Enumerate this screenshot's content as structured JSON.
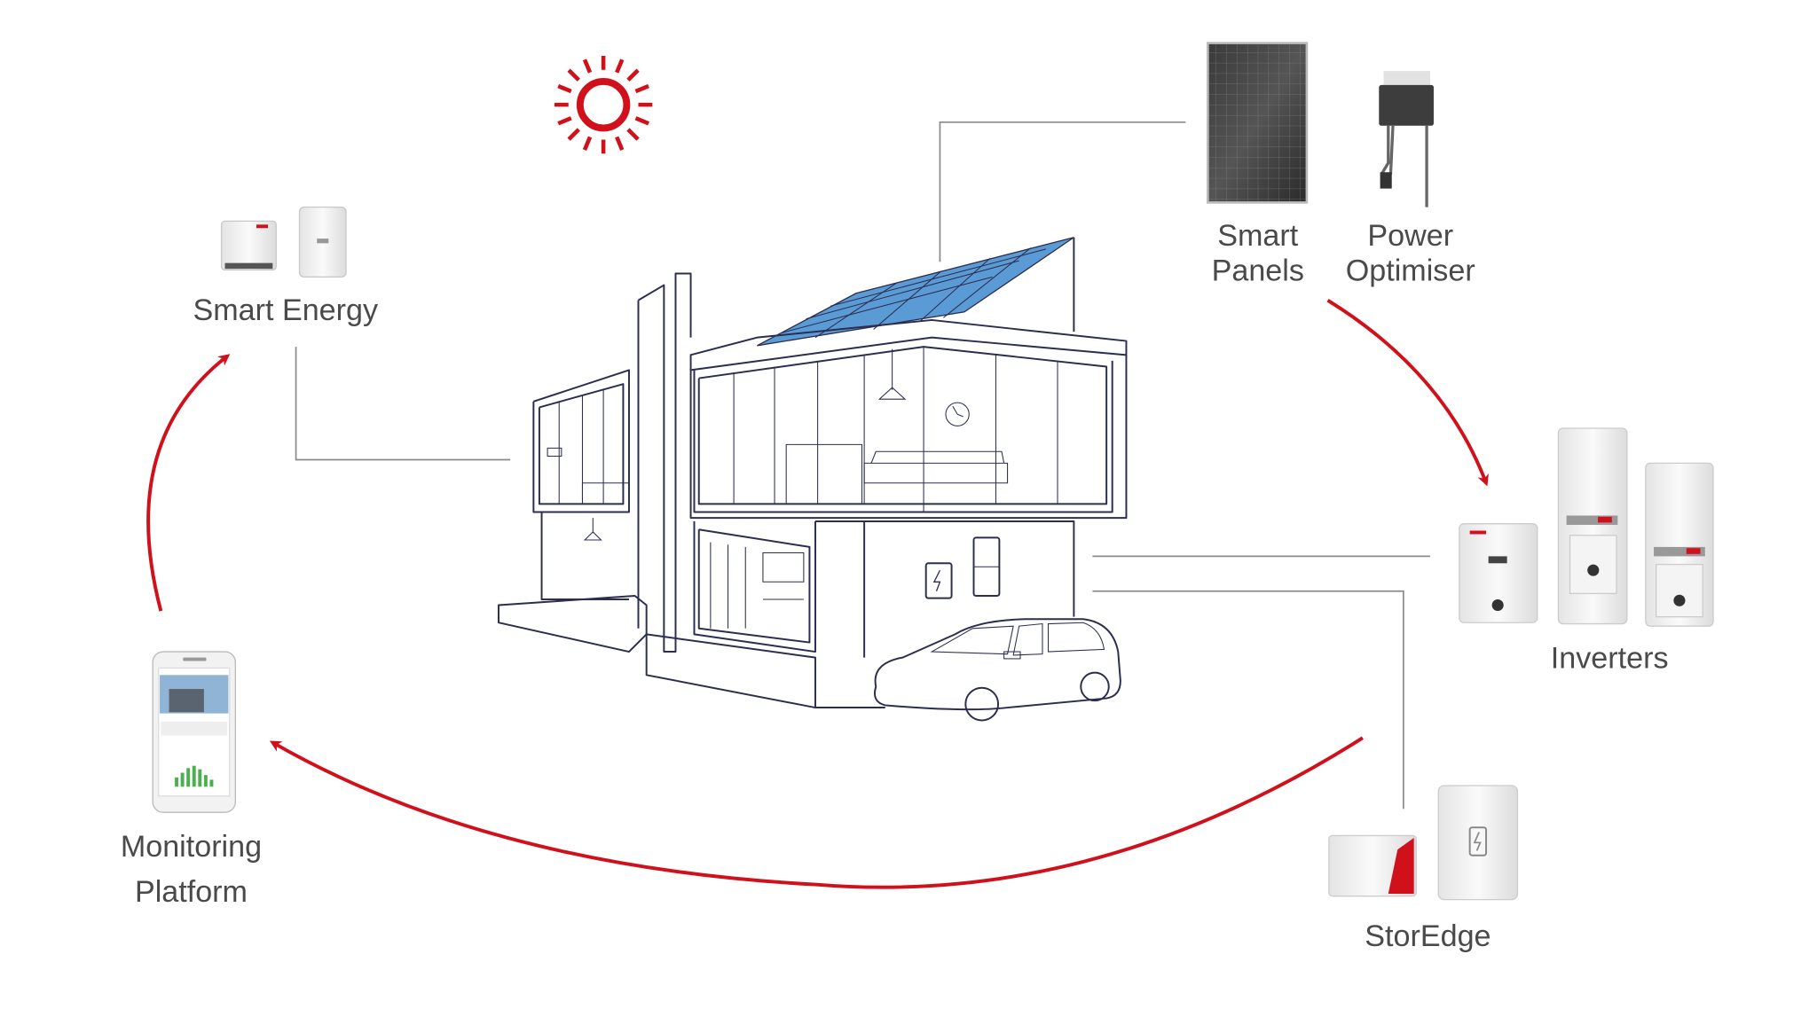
{
  "diagram": {
    "colors": {
      "accent": "#d0111b",
      "panel_blue": "#5b9bd5",
      "line": "#2b2e4f",
      "label": "#4a4a4a"
    },
    "labels": {
      "smart_energy": "Smart Energy",
      "smart_panels": [
        "Smart",
        "Panels"
      ],
      "power_optimiser": [
        "Power",
        "Optimiser"
      ],
      "inverters": "Inverters",
      "storedge": "StorEdge",
      "monitoring_platform": [
        "Monitoring",
        "Platform"
      ]
    },
    "icons": [
      "sun-icon",
      "solar-panel-image",
      "power-optimiser-image",
      "smart-energy-devices-image",
      "inverters-image",
      "storedge-battery-image",
      "monitoring-phone-image",
      "house-illustration"
    ]
  }
}
